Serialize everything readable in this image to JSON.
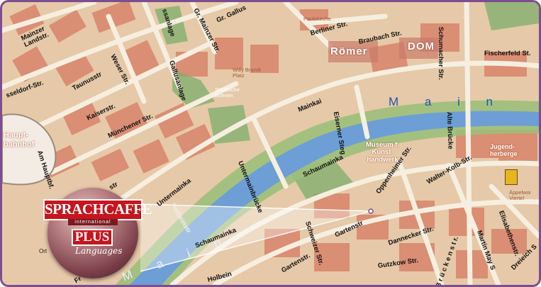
{
  "map": {
    "colors": {
      "frame": "#7d4e8f",
      "land": "#e6c9a8",
      "river": "#6d9ed6",
      "park": "#7cae6b",
      "block": "#d9846a",
      "road": "#f6efe0",
      "logo_red": "#c8141c"
    },
    "streets": {
      "mainzer_landstr": "Mainzer\nLandstr.",
      "mainzer_str": "Gr. Mainzer Str.",
      "gr_gallus": "Gr. Gallus",
      "gallusanlage": "Gallusanlage",
      "gallusanlage_top": "ssanlage",
      "berliner": "Berliner Str.",
      "braubach": "Braubach Str.",
      "schumacher": "Schumacher Str.",
      "fischerfeld": "Fischerfeld St.",
      "taunusstr": "Taunusstr",
      "weserstr": "Weser Str.",
      "kaiserstr": "Kaiserstr.",
      "muenchener": "Münchener Str.",
      "duesseldorf": "sseldorf-Str.",
      "am_hauptbf": "Am Hauptbf.",
      "mainkai": "Mainkai",
      "eiserner_steg": "Eiserner Steg",
      "alte_bruecke": "Alte Brücke",
      "untermainbruecke": "Untermainbrücke",
      "untermainkai": "Untermainka",
      "schaumainkai": "Schaumainka",
      "schaumainkai_lower": "Schaumainka",
      "oppenheimer": "Oppenheimer Str.",
      "walter_kolb": "Walter-Kolb-Str.",
      "holbeinstr": "Holbeinstr",
      "holbein_lower": "Holbein",
      "schweizer": "Schweizer Str.",
      "gartenstr": "Gartenstr",
      "gartenstr2": "Gartenstr.",
      "dannecker": "Dannecker Str.",
      "gutzkow": "Gutzkow Str.",
      "brueckenstr": "B r ü c k e n s t r.",
      "martin_may": "Martin May S",
      "elisabethenstr": "Elisabethenstr.",
      "dreieich": "Dreieich S",
      "str_left": "str",
      "fr": "Fr"
    },
    "landmarks": {
      "roemer": "Römer",
      "dom": "DOM",
      "hauptbahnhof": "Haupt-\nbahnhof",
      "museum": "Museum f.\nKunst-\nhandwerk",
      "jugendherberge": "Jugend-\nherberge",
      "willy_brandt": "Willy Brandt\nPlatz",
      "staedtische_buehnen": "Städtische\nBühnen",
      "paulskirche": "Paulskirche",
      "apfelwein": "Äppelwoi\nViertel"
    },
    "river_label": "M a i n",
    "river_label2": "M a i n",
    "ort": "Ort"
  },
  "logo": {
    "line1": "SPRACHCAFFE",
    "line1_sub": "international",
    "line2": "PLUS",
    "line3": "Languages"
  }
}
